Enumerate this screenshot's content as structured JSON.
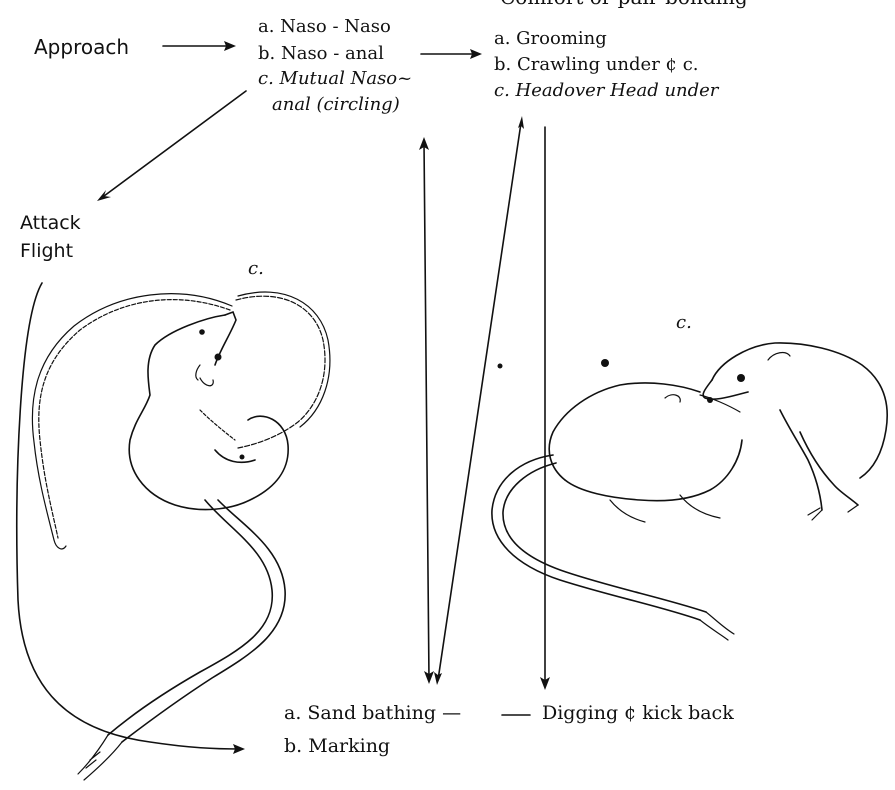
{
  "top_partial": "Comfort or pair-bonding",
  "approach": "Approach",
  "contacts": [
    "a. Naso - Naso",
    "b. Naso - anal",
    "c. Mutual Naso~",
    "anal (circling)"
  ],
  "comfort": [
    "a. Grooming",
    "b. Crawling under ¢ c.",
    "c. Headover Head under"
  ],
  "attack_flight": [
    "Attack",
    "Flight"
  ],
  "figure_c_left": "c.",
  "figure_c_right": "c.",
  "bottom": [
    "a. Sand bathing —",
    "Digging ¢ kick back",
    "b. Marking"
  ]
}
